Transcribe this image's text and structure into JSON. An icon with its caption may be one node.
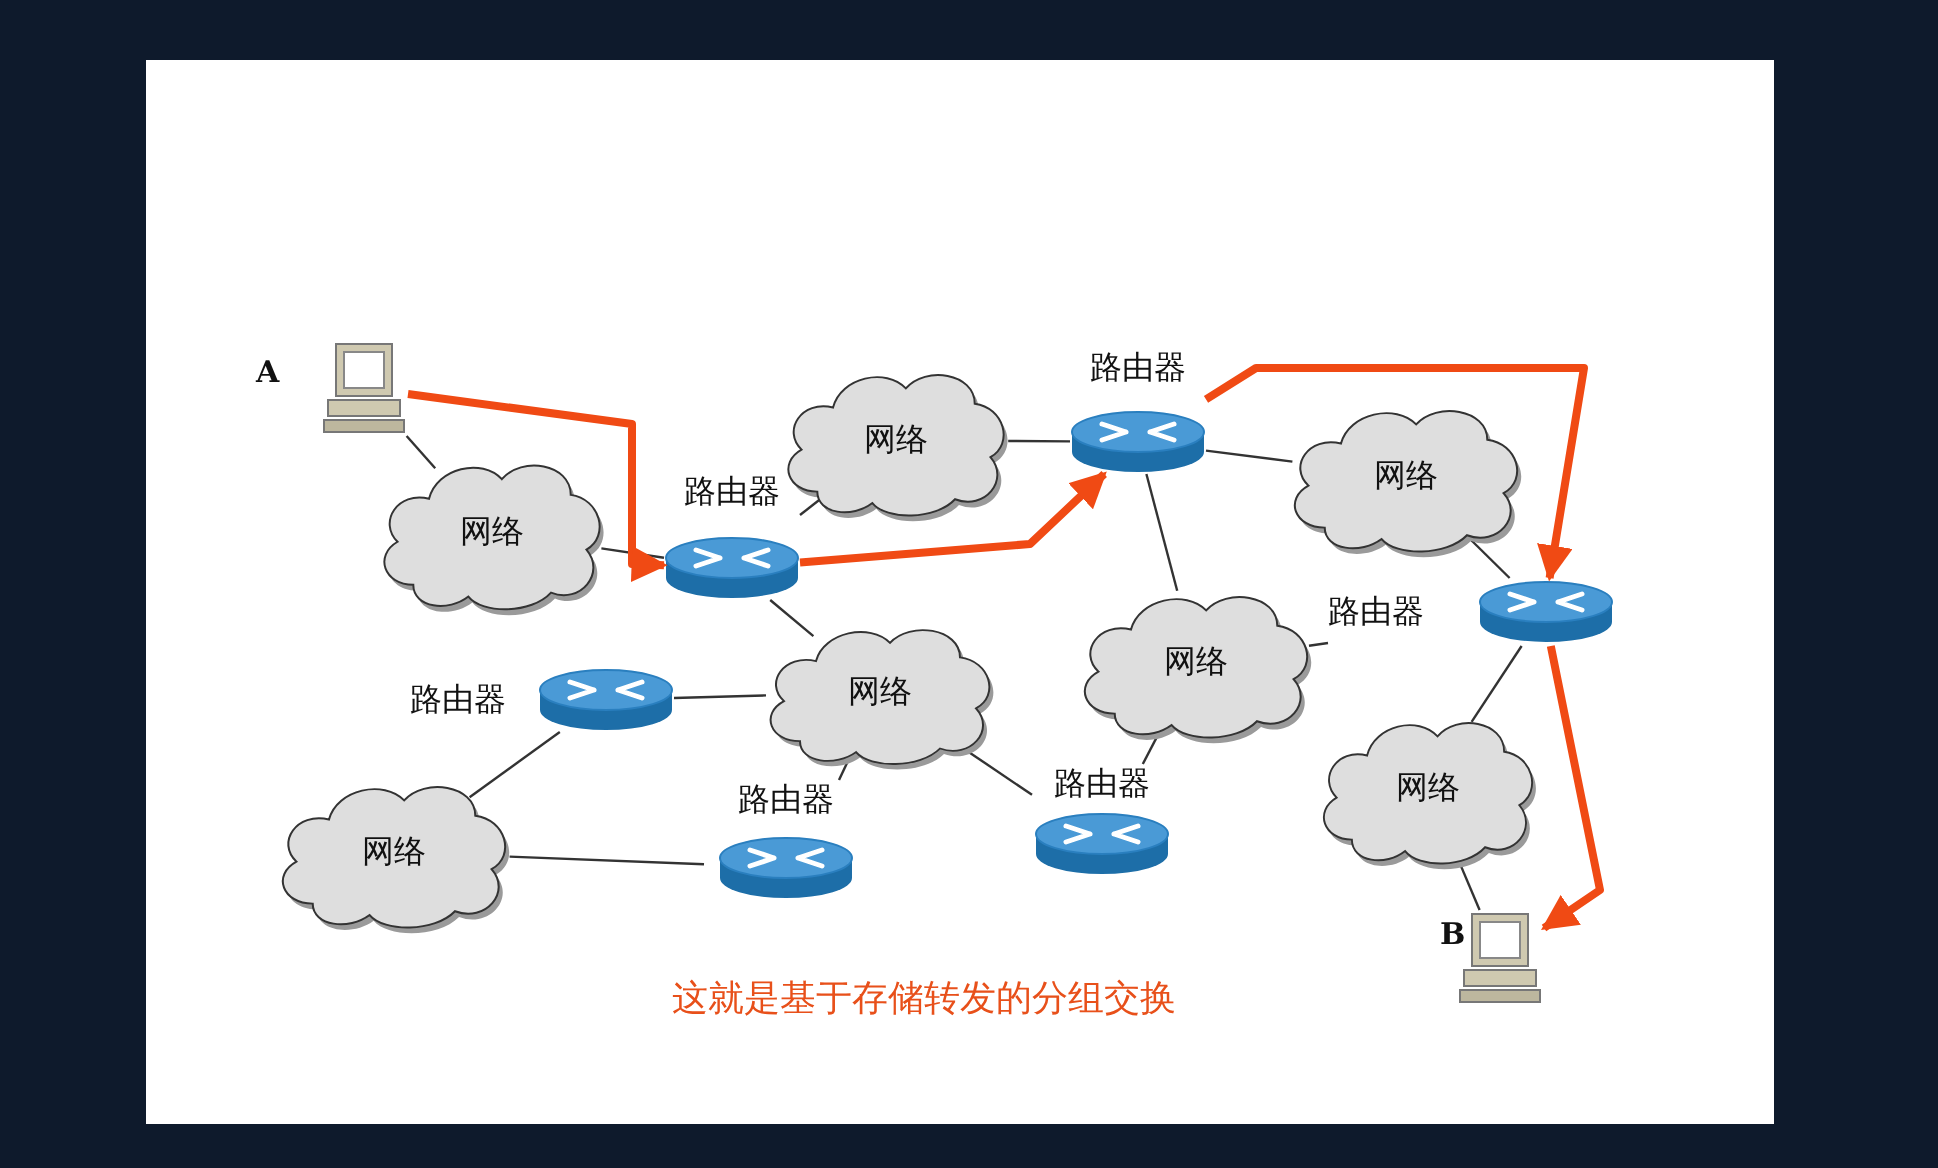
{
  "diagram": {
    "caption": "这就是基于存储转发的分组交换",
    "nodes": [
      {
        "text": [],
        "shape": "computer",
        "beside": [
          "A"
        ]
      },
      {
        "text": [
          "网络"
        ]
      },
      {
        "text": [
          "路由器"
        ]
      },
      {
        "text": [
          "网络"
        ]
      },
      {
        "text": [
          "路由器"
        ]
      },
      {
        "text": [
          "网络"
        ]
      },
      {
        "text": [
          "路由器"
        ]
      },
      {
        "text": [
          "网络"
        ]
      },
      {
        "text": [
          "网络"
        ]
      },
      {
        "text": [
          "路由器"
        ]
      },
      {
        "text": [
          "网络"
        ]
      },
      {
        "text": [
          "路由器"
        ]
      },
      {
        "text": [
          "路由器"
        ]
      },
      {
        "text": [
          "网络"
        ]
      },
      {
        "text": [],
        "shape": "computer",
        "beside": [
          "B"
        ]
      }
    ],
    "edges": [
      {
        "from": 0,
        "to": 1,
        "arrow": "none"
      },
      {
        "from": 1,
        "to": 2,
        "arrow": "none"
      },
      {
        "from": 2,
        "to": 3,
        "arrow": "none"
      },
      {
        "from": 2,
        "to": 7,
        "arrow": "none"
      },
      {
        "from": 3,
        "to": 4,
        "arrow": "none"
      },
      {
        "from": 4,
        "to": 5,
        "arrow": "none"
      },
      {
        "from": 4,
        "to": 8,
        "arrow": "none"
      },
      {
        "from": 5,
        "to": 9,
        "arrow": "none"
      },
      {
        "from": 8,
        "to": 9,
        "arrow": "none"
      },
      {
        "from": 9,
        "to": 13,
        "arrow": "none"
      },
      {
        "from": 13,
        "to": 14,
        "arrow": "none"
      },
      {
        "from": 6,
        "to": 7,
        "arrow": "none"
      },
      {
        "from": 6,
        "to": 10,
        "arrow": "none"
      },
      {
        "from": 10,
        "to": 11,
        "arrow": "none"
      },
      {
        "from": 11,
        "to": 7,
        "arrow": "none"
      },
      {
        "from": 7,
        "to": 12,
        "arrow": "none"
      },
      {
        "from": 12,
        "to": 8,
        "arrow": "none"
      },
      {
        "from": 0,
        "to": 2,
        "arrow": "to",
        "style": "thick",
        "color": "#f04a14"
      },
      {
        "from": 2,
        "to": 4,
        "arrow": "to",
        "style": "thick",
        "color": "#f04a14"
      },
      {
        "from": 4,
        "to": 9,
        "arrow": "to",
        "style": "thick",
        "color": "#f04a14"
      },
      {
        "from": 9,
        "to": 14,
        "arrow": "to",
        "style": "thick",
        "color": "#f04a14"
      }
    ]
  }
}
